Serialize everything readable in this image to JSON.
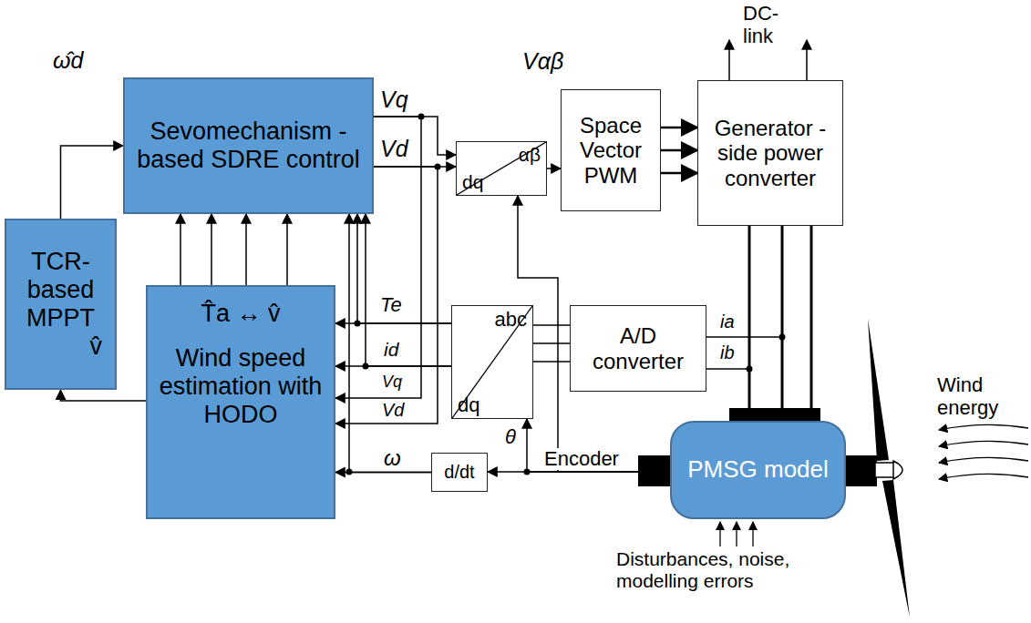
{
  "diagram": {
    "nodes": [
      {
        "text": [
          "Sevomechanism -based SDRE control"
        ]
      },
      {
        "text": [
          "TCR- based MPPT",
          "v̂"
        ]
      },
      {
        "text": [
          "T̂a ↔ v̂",
          "Wind speed estimation with HODO"
        ]
      },
      {
        "text": [
          "αβ",
          "dq"
        ]
      },
      {
        "text": [
          "Space Vector PWM"
        ]
      },
      {
        "text": [
          "Generator -side power converter"
        ]
      },
      {
        "text": [
          "abc",
          "dq"
        ]
      },
      {
        "text": [
          "A/D converter"
        ]
      },
      {
        "text": [
          "d/dt"
        ]
      },
      {
        "text": [
          "PMSG model"
        ]
      }
    ],
    "edges": [
      {
        "from": 2,
        "to": 1,
        "arrow": "to"
      },
      {
        "from": 1,
        "to": 0,
        "arrow": "to"
      },
      {
        "from": 0,
        "to": 3,
        "label": "Vq",
        "arrow": "to"
      },
      {
        "from": 0,
        "to": 3,
        "label": "Vd",
        "arrow": "to"
      },
      {
        "from": 0,
        "to": 2,
        "label": "Vq",
        "arrow": "to"
      },
      {
        "from": 0,
        "to": 2,
        "label": "Vd",
        "arrow": "to"
      },
      {
        "from": 6,
        "to": 2,
        "label": "Te",
        "arrow": "to"
      },
      {
        "from": 6,
        "to": 2,
        "label": "id",
        "arrow": "to"
      },
      {
        "from": 6,
        "to": 0,
        "arrow": "to"
      },
      {
        "from": 6,
        "to": 0,
        "arrow": "to"
      },
      {
        "from": 9,
        "to": 8,
        "label": "Encoder",
        "arrow": "to"
      },
      {
        "from": 8,
        "to": 2,
        "label": "ω",
        "arrow": "to"
      },
      {
        "from": 8,
        "to": 0,
        "arrow": "to"
      },
      {
        "from": 9,
        "to": 6,
        "label": "θ",
        "arrow": "to"
      },
      {
        "from": 9,
        "to": 3,
        "arrow": "to"
      },
      {
        "from": 4,
        "to": 5,
        "arrow": "to"
      },
      {
        "from": 4,
        "to": 5,
        "arrow": "to"
      },
      {
        "from": 4,
        "to": 5,
        "arrow": "to"
      },
      {
        "from": 3,
        "to": 4,
        "label": "Vαβ",
        "arrow": "to"
      },
      {
        "from": 5,
        "to": 9,
        "arrow": "none"
      },
      {
        "from": 5,
        "to": 9,
        "arrow": "none"
      },
      {
        "from": 5,
        "to": 9,
        "arrow": "none"
      },
      {
        "from": 7,
        "to": 6,
        "arrow": "none"
      },
      {
        "from": 7,
        "to": 6,
        "arrow": "none"
      },
      {
        "from": 7,
        "to": 6,
        "arrow": "none"
      },
      {
        "from": 2,
        "to": 0,
        "arrow": "to"
      },
      {
        "from": 2,
        "to": 0,
        "arrow": "to"
      },
      {
        "from": 2,
        "to": 0,
        "arrow": "to"
      },
      {
        "from": 2,
        "to": 0,
        "arrow": "to"
      }
    ],
    "labels": [
      "ω̂d",
      "DC- link",
      "ia",
      "ib",
      "Wind energy",
      "Disturbances, noise, modelling errors"
    ]
  }
}
